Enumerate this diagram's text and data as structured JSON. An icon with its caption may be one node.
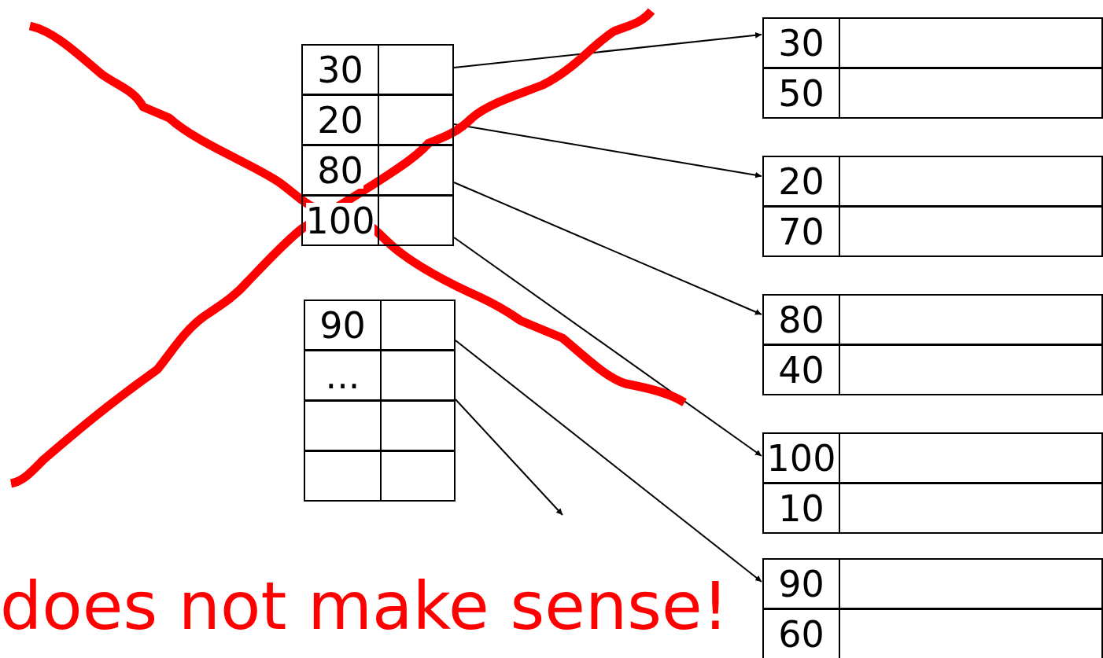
{
  "diagram": {
    "nodes": [
      {
        "text": [
          "30"
        ]
      },
      {
        "text": [
          "20"
        ]
      },
      {
        "text": [
          "80"
        ]
      },
      {
        "text": [
          "100"
        ]
      },
      {
        "text": [
          "90"
        ]
      },
      {
        "text": [
          "..."
        ]
      },
      {
        "text": [],
        "shape": "box"
      },
      {
        "text": [],
        "shape": "box"
      },
      {
        "text": [
          "30"
        ]
      },
      {
        "text": [
          "50"
        ]
      },
      {
        "text": [
          "20"
        ]
      },
      {
        "text": [
          "70"
        ]
      },
      {
        "text": [
          "80"
        ]
      },
      {
        "text": [
          "40"
        ]
      },
      {
        "text": [
          "100"
        ]
      },
      {
        "text": [
          "10"
        ]
      },
      {
        "text": [
          "90"
        ]
      },
      {
        "text": [
          "60"
        ]
      }
    ],
    "edges": [
      {
        "from": 0,
        "to": 8,
        "arrow": "to"
      },
      {
        "from": 1,
        "to": 10,
        "arrow": "to"
      },
      {
        "from": 2,
        "to": 12,
        "arrow": "to"
      },
      {
        "from": 3,
        "to": 14,
        "arrow": "to"
      },
      {
        "from": 4,
        "to": 16,
        "arrow": "to"
      },
      {
        "from": 5,
        "to": null,
        "arrow": "to"
      }
    ],
    "labels": [
      "does not make sense!"
    ]
  }
}
